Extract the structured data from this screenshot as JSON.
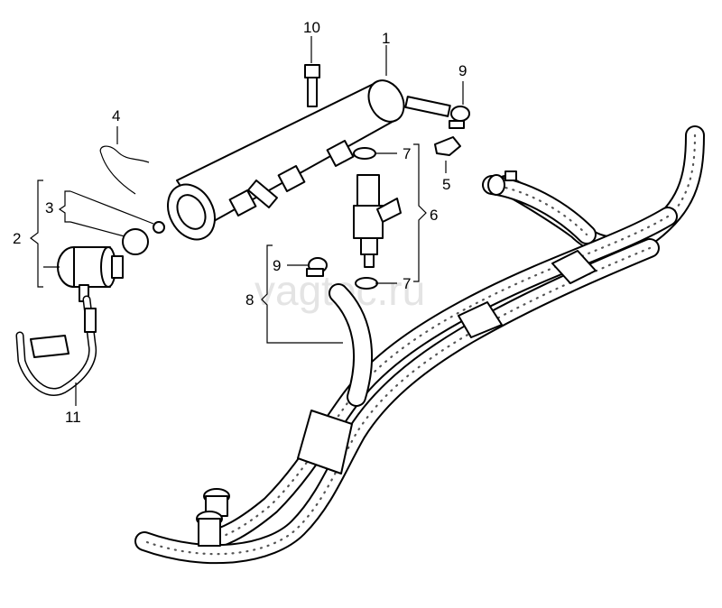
{
  "diagram": {
    "watermark": "vagtec.ru",
    "callouts": [
      {
        "id": "1",
        "text": "1"
      },
      {
        "id": "2",
        "text": "2"
      },
      {
        "id": "3",
        "text": "3"
      },
      {
        "id": "4",
        "text": "4"
      },
      {
        "id": "5",
        "text": "5"
      },
      {
        "id": "6",
        "text": "6"
      },
      {
        "id": "7a",
        "text": "7"
      },
      {
        "id": "7b",
        "text": "7"
      },
      {
        "id": "8",
        "text": "8"
      },
      {
        "id": "9a",
        "text": "9"
      },
      {
        "id": "9b",
        "text": "9"
      },
      {
        "id": "10",
        "text": "10"
      },
      {
        "id": "11",
        "text": "11"
      }
    ]
  }
}
